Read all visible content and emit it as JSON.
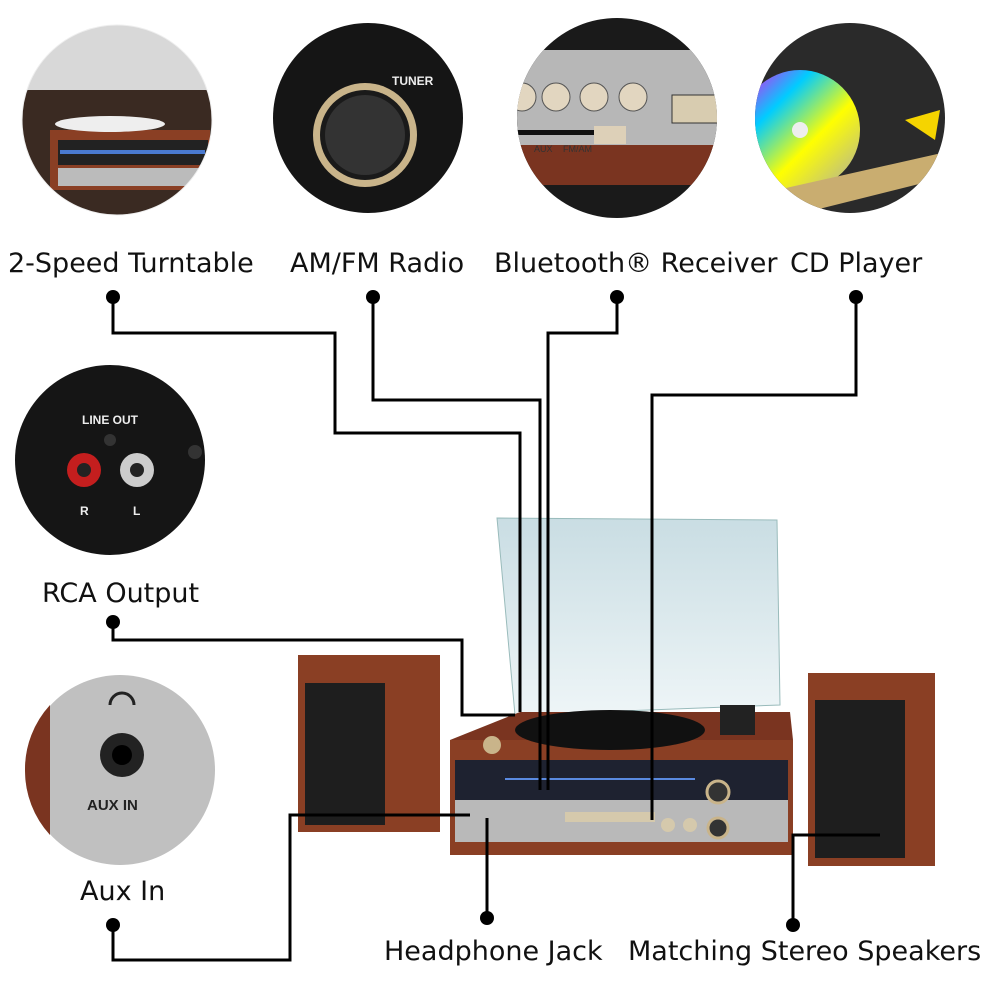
{
  "features": {
    "turntable": "2-Speed Turntable",
    "radio": "AM/FM Radio",
    "bluetooth": "Bluetooth® Receiver",
    "cd": "CD Player",
    "rca": "RCA Output",
    "aux": "Aux In",
    "headphone": "Headphone Jack",
    "speakers": "Matching Stereo Speakers"
  },
  "insets": {
    "tuner": "TUNER",
    "line_out": "LINE OUT",
    "right": "R",
    "left": "L",
    "aux_in": "AUX IN",
    "switch_aux": "AUX",
    "switch_fm": "FM/AM"
  },
  "colors": {
    "wood": "#8a3f24",
    "silver": "#b9b9b9",
    "line": "#000000"
  }
}
